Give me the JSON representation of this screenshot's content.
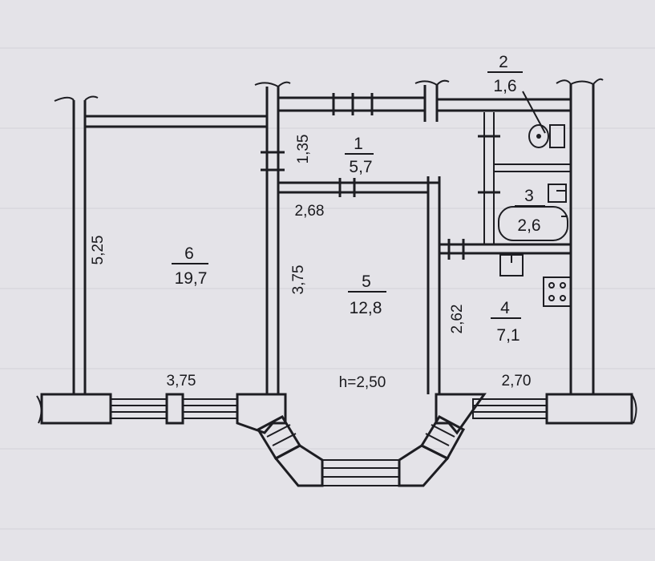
{
  "rooms": [
    {
      "id": "1",
      "number": "1",
      "area": "5,7"
    },
    {
      "id": "2",
      "number": "2",
      "area": "1,6"
    },
    {
      "id": "3",
      "number": "3",
      "area": "2,6"
    },
    {
      "id": "4",
      "number": "4",
      "area": "7,1"
    },
    {
      "id": "5",
      "number": "5",
      "area": "12,8"
    },
    {
      "id": "6",
      "number": "6",
      "area": "19,7"
    }
  ],
  "dimensions": {
    "room6_height": "5,25",
    "room6_width": "3,75",
    "corridor_depth": "1,35",
    "room5_width": "2,68",
    "room5_depth": "3,75",
    "room4_depth": "2,62",
    "room4_width": "2,70",
    "ceiling_height": "h=2,50"
  }
}
